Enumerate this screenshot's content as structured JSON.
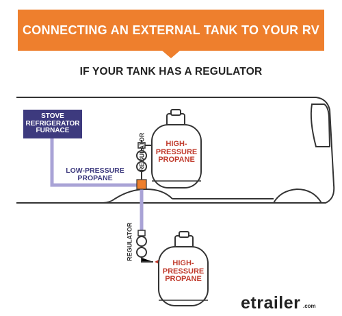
{
  "banner": {
    "title": "CONNECTING AN EXTERNAL TANK TO YOUR RV"
  },
  "subtitle": "IF YOUR TANK HAS A REGULATOR",
  "appliances": {
    "line1": "STOVE",
    "line2": "REFRIGERATOR",
    "line3": "FURNACE"
  },
  "labels": {
    "low_pressure_1": "LOW-PRESSURE",
    "low_pressure_2": "PROPANE",
    "high_pressure_1": "HIGH-",
    "high_pressure_2": "PRESSURE",
    "high_pressure_3": "PROPANE",
    "regulator": "REGULATOR"
  },
  "logo": {
    "main": "etrailer",
    "suffix": ".com"
  },
  "colors": {
    "banner": "#ee7f2d",
    "low_pressure": "#3d3a7e",
    "high_pressure": "#c0392b",
    "line_fill": "#a9a3d6"
  }
}
